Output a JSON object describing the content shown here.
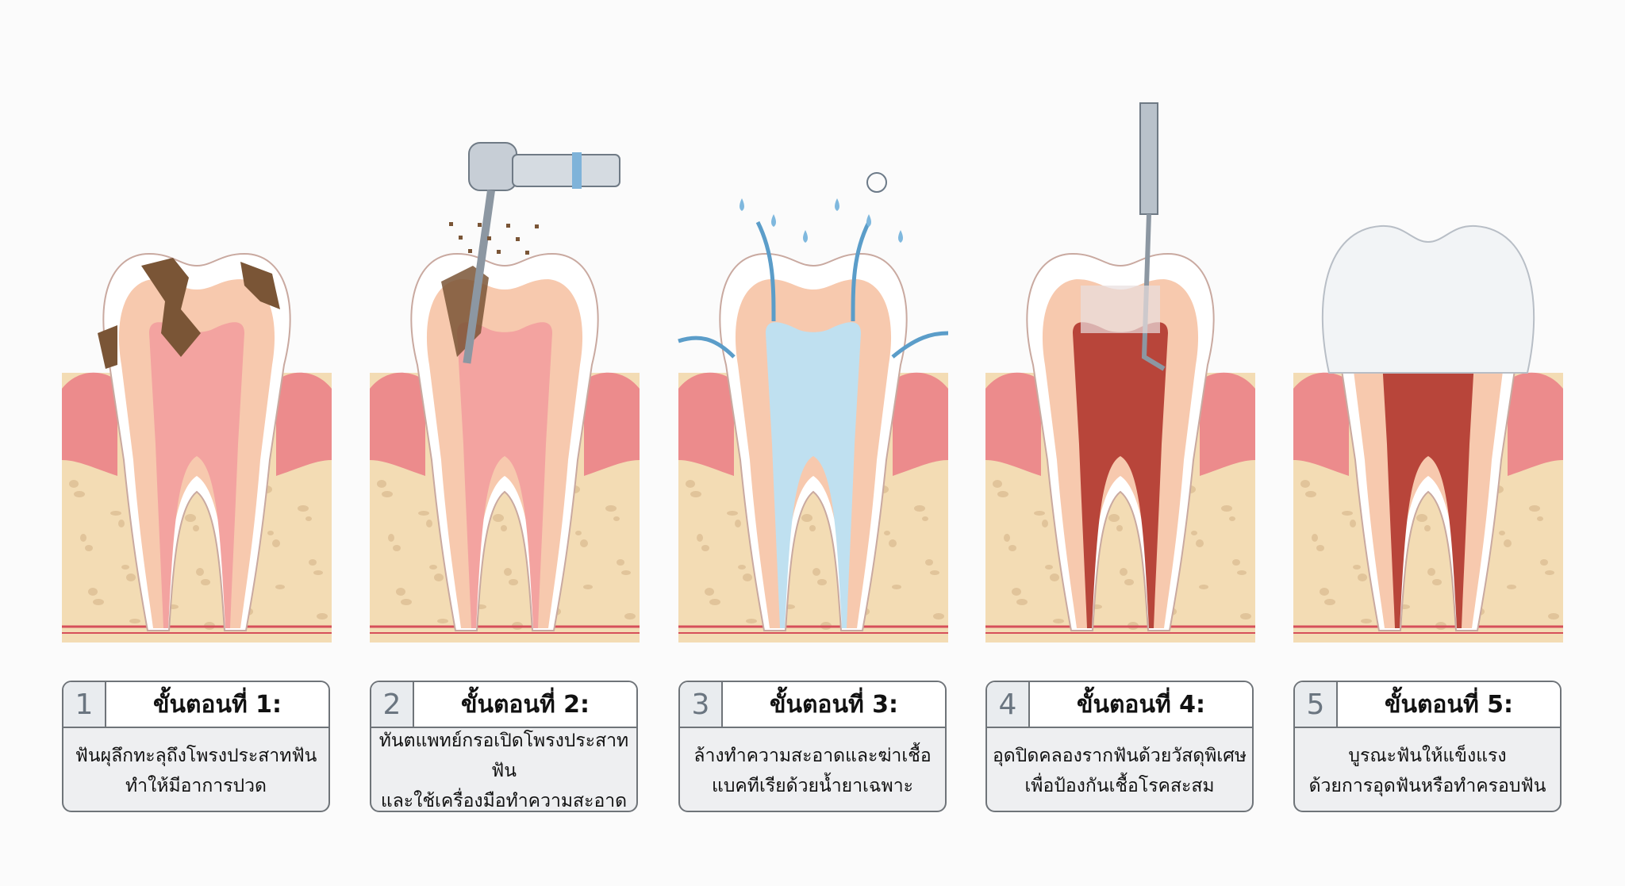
{
  "steps": [
    {
      "number": "1",
      "title": "ขั้นตอนที่ 1:",
      "desc": [
        "ฟันผุลึกทะลุถึงโพรงประสาทฟัน",
        "ทำให้มีอาการปวด"
      ],
      "variant": "decay"
    },
    {
      "number": "2",
      "title": "ขั้นตอนที่ 2:",
      "desc": [
        "ทันตแพทย์กรอเปิดโพรงประสาทฟัน",
        "และใช้เครื่องมือทำความสะอาด"
      ],
      "variant": "drill"
    },
    {
      "number": "3",
      "title": "ขั้นตอนที่ 3:",
      "desc": [
        "ล้างทำความสะอาดและฆ่าเชื้อ",
        "แบคทีเรียด้วยน้ำยาเฉพาะ"
      ],
      "variant": "clean"
    },
    {
      "number": "4",
      "title": "ขั้นตอนที่ 4:",
      "desc": [
        "อุดปิดคลองรากฟันด้วยวัสดุพิเศษ",
        "เพื่อป้องกันเชื้อโรคสะสม"
      ],
      "variant": "fill"
    },
    {
      "number": "5",
      "title": "ขั้นตอนที่ 5:",
      "desc": [
        "บูรณะฟันให้แข็งแรง",
        "ด้วยการอุดฟันหรือทำครอบฟัน"
      ],
      "variant": "crown"
    }
  ],
  "colors": {
    "gum": "#ec8b8c",
    "bone": "#f3dcb4",
    "dentin": "#f7c9ae",
    "pulp": "#f3a3a0",
    "decay": "#7a5536",
    "irrigant": "#bfe0f0",
    "filling": "#b8453a",
    "crown": "#f2f4f6"
  }
}
